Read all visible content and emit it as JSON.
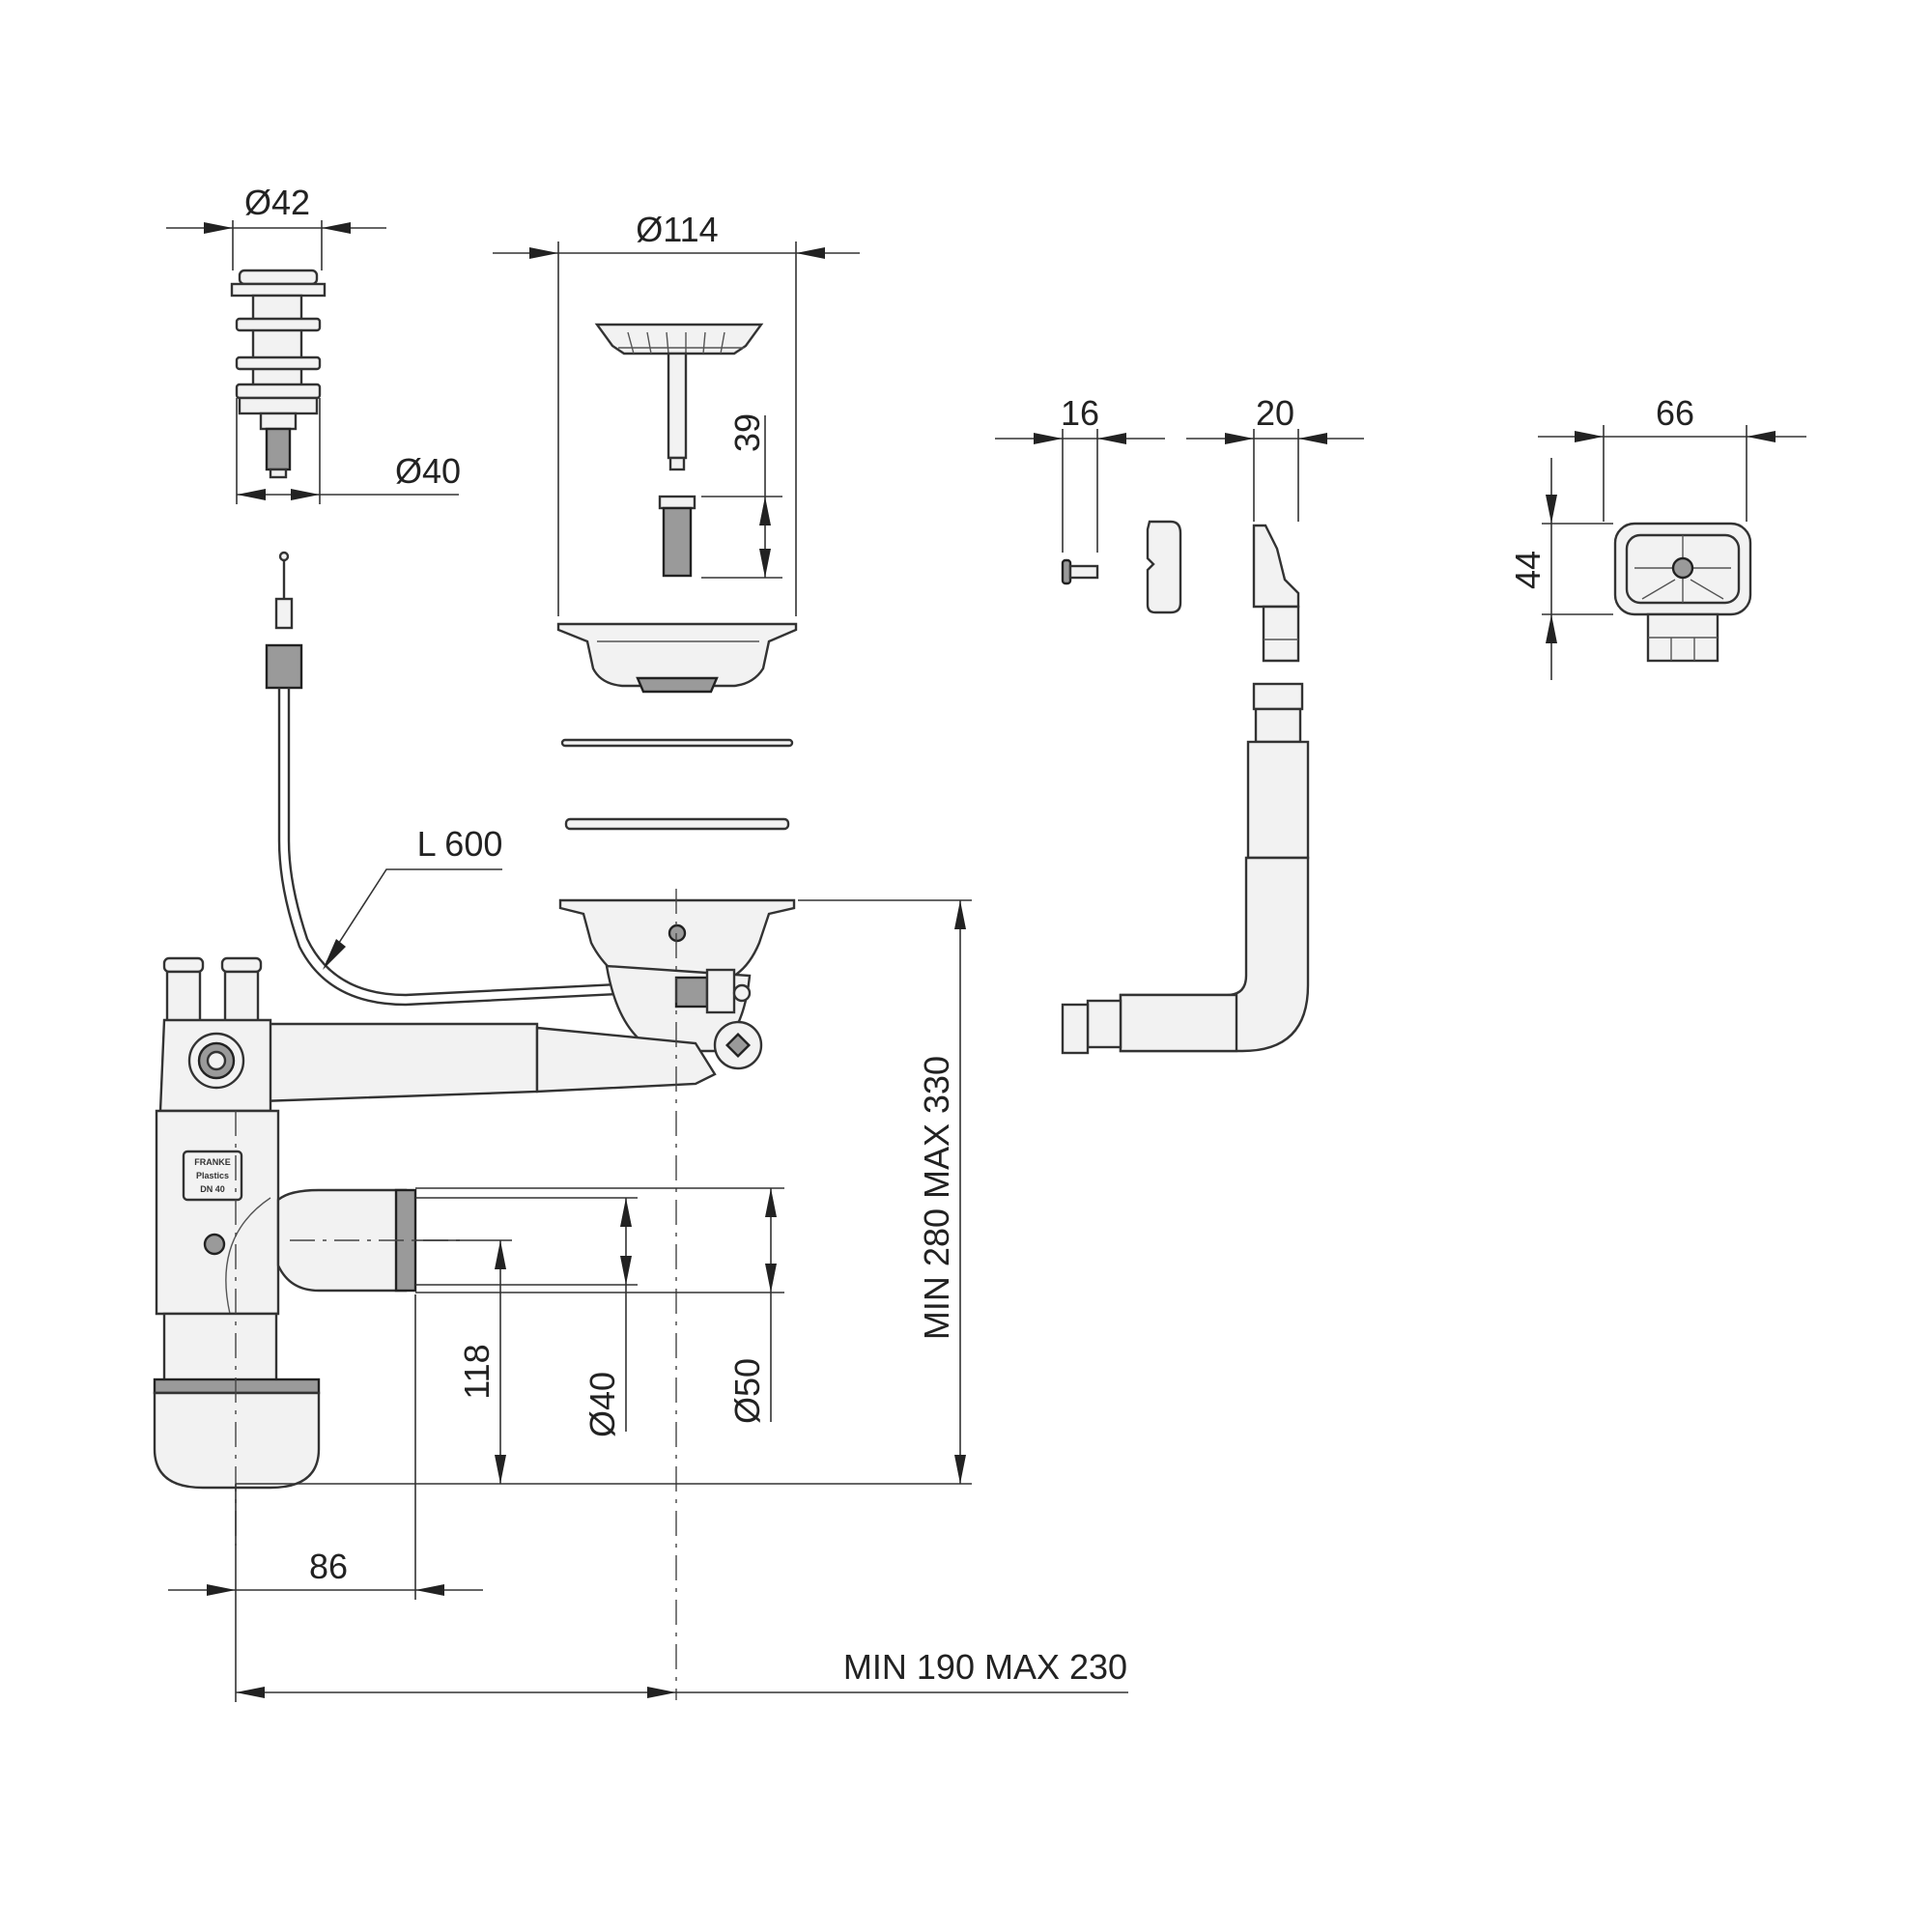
{
  "dimensions": {
    "popup_diameter_top": "Ø42",
    "popup_diameter_bottom": "Ø40",
    "strainer_diameter": "Ø114",
    "strainer_stem_height": "39",
    "screw_width": "16",
    "clip_width": "20",
    "overflow_width": "66",
    "overflow_height": "44",
    "cable_length": "L 600",
    "total_height": "MIN 280 MAX 330",
    "outlet_height": "118",
    "outlet_diameter_inner": "Ø40",
    "outlet_diameter_outer": "Ø50",
    "trap_offset": "86",
    "horizontal_span": "MIN 190 MAX 230"
  },
  "logo": {
    "line1": "FRANKE",
    "line2": "Plastics",
    "line3": "DN 40"
  }
}
